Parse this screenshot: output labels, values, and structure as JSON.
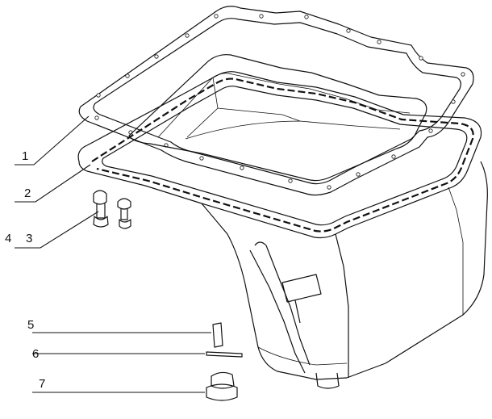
{
  "diagram": {
    "callouts": [
      {
        "id": "1",
        "text": "1"
      },
      {
        "id": "2",
        "text": "2"
      },
      {
        "id": "4",
        "text": "4"
      },
      {
        "id": "3",
        "text": "3"
      },
      {
        "id": "5",
        "text": "5"
      },
      {
        "id": "6",
        "text": "6"
      },
      {
        "id": "7",
        "text": "7"
      }
    ]
  }
}
